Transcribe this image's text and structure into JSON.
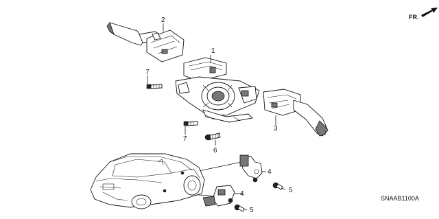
{
  "diagram_code": "SNAAB1100A",
  "direction_label": "FR.",
  "callouts": {
    "c1": "1",
    "c2": "2",
    "c3": "3",
    "c4a": "4",
    "c4b": "4",
    "c5a": "5",
    "c5b": "5",
    "c6": "6",
    "c7a": "7",
    "c7b": "7"
  }
}
